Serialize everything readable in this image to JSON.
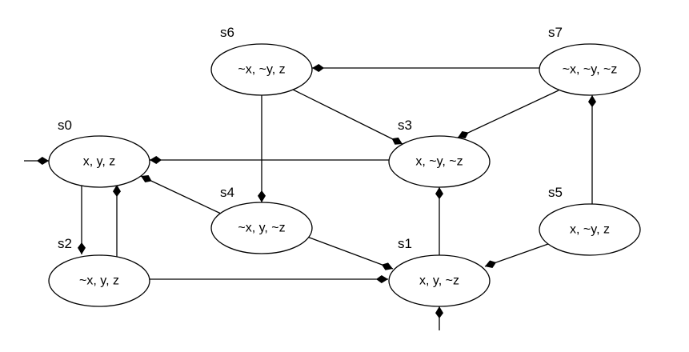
{
  "diagram": {
    "type": "state-transition-graph",
    "states": [
      {
        "id": "s0",
        "name": "s0",
        "label": "x, y, z"
      },
      {
        "id": "s1",
        "name": "s1",
        "label": "x, y, ~z"
      },
      {
        "id": "s2",
        "name": "s2",
        "label": "~x, y, z"
      },
      {
        "id": "s3",
        "name": "s3",
        "label": "x, ~y, ~z"
      },
      {
        "id": "s4",
        "name": "s4",
        "label": "~x, y, ~z"
      },
      {
        "id": "s5",
        "name": "s5",
        "label": "x, ~y, z"
      },
      {
        "id": "s6",
        "name": "s6",
        "label": "~x, ~y, z"
      },
      {
        "id": "s7",
        "name": "s7",
        "label": "~x, ~y, ~z"
      }
    ],
    "initial_states": [
      "s0",
      "s1"
    ],
    "transitions": [
      {
        "from": "s0",
        "to": "s2"
      },
      {
        "from": "s2",
        "to": "s0"
      },
      {
        "from": "s2",
        "to": "s1"
      },
      {
        "from": "s4",
        "to": "s0"
      },
      {
        "from": "s4",
        "to": "s1"
      },
      {
        "from": "s3",
        "to": "s0"
      },
      {
        "from": "s1",
        "to": "s3"
      },
      {
        "from": "s6",
        "to": "s4"
      },
      {
        "from": "s6",
        "to": "s3"
      },
      {
        "from": "s7",
        "to": "s6"
      },
      {
        "from": "s7",
        "to": "s3"
      },
      {
        "from": "s5",
        "to": "s7"
      },
      {
        "from": "s5",
        "to": "s1"
      }
    ]
  }
}
